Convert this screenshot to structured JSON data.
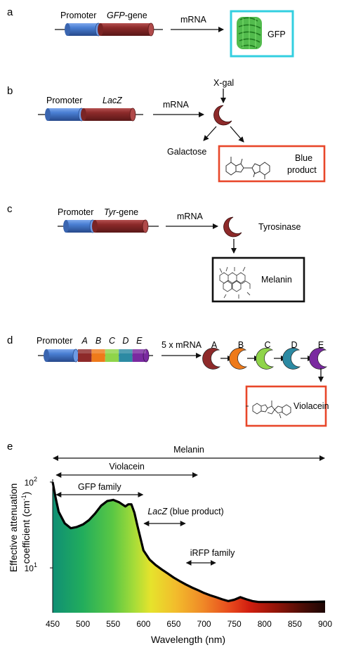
{
  "panels": {
    "a": {
      "label": "a",
      "promoter": "Promoter",
      "gene": "GFP",
      "gene_suffix": "-gene",
      "arrow_label": "mRNA",
      "product": "GFP",
      "product_box_color": "#33cfe0"
    },
    "b": {
      "label": "b",
      "promoter": "Promoter",
      "gene": "LacZ",
      "arrow_label": "mRNA",
      "substrate": "X-gal",
      "byproduct": "Galactose",
      "product_line1": "Blue",
      "product_line2": "product",
      "product_box_color": "#e8472a"
    },
    "c": {
      "label": "c",
      "promoter": "Promoter",
      "gene": "Tyr",
      "gene_suffix": "-gene",
      "arrow_label": "mRNA",
      "enzyme": "Tyrosinase",
      "product": "Melanin",
      "product_box_color": "#111111"
    },
    "d": {
      "label": "d",
      "promoter": "Promoter",
      "genes": [
        "A",
        "B",
        "C",
        "D",
        "E"
      ],
      "arrow_label": "5 x mRNA",
      "enzymes": [
        "A",
        "B",
        "C",
        "D",
        "E"
      ],
      "product": "Violacein",
      "product_box_color": "#e8472a"
    },
    "e": {
      "label": "e",
      "ranges": [
        {
          "name": "Melanin",
          "from": 450,
          "to": 900
        },
        {
          "name": "Violacein",
          "from": 455,
          "to": 690
        },
        {
          "name": "GFP family",
          "from": 455,
          "to": 600
        },
        {
          "name_italic": "LacZ",
          "name_rest": " (blue product)",
          "from": 600,
          "to": 670
        },
        {
          "name": "iRFP family",
          "from": 670,
          "to": 720
        }
      ]
    }
  },
  "colors": {
    "promoter": "#3f73c6",
    "gene": "#8e2a2a",
    "enzymes": [
      "#8e2a2a",
      "#ee7a1a",
      "#8fd44a",
      "#2c8aa3",
      "#7a2aa0"
    ]
  },
  "chart_data": {
    "type": "area",
    "title": "",
    "xlabel": "Wavelength (nm)",
    "ylabel_line1": "Effective attenuation",
    "ylabel_line2": "coefficient (cm",
    "ylabel_exp": "-1",
    "ylabel_end": ")",
    "ylog": true,
    "xlim": [
      450,
      900
    ],
    "ylim": [
      3,
      100
    ],
    "x_ticks": [
      "450",
      "500",
      "550",
      "600",
      "650",
      "700",
      "750",
      "800",
      "850",
      "900"
    ],
    "y_ticks": [
      {
        "base": "10",
        "exp": "2"
      },
      {
        "base": "10",
        "exp": "1"
      }
    ],
    "series": [
      {
        "x": [
          450,
          455,
          460,
          470,
          480,
          490,
          500,
          510,
          520,
          530,
          540,
          550,
          560,
          570,
          575,
          580,
          585,
          590,
          600,
          610,
          620,
          630,
          640,
          650,
          660,
          670,
          680,
          690,
          700,
          710,
          720,
          730,
          740,
          750,
          760,
          770,
          780,
          790,
          800,
          820,
          850,
          880,
          900
        ],
        "y": [
          100,
          65,
          45,
          33,
          29,
          30,
          32,
          36,
          43,
          53,
          60,
          62,
          58,
          52,
          55,
          55,
          44,
          31,
          16,
          12.5,
          10.8,
          9.6,
          8.6,
          7.7,
          7.0,
          6.4,
          5.9,
          5.5,
          5.1,
          4.8,
          4.55,
          4.3,
          4.1,
          4.25,
          4.55,
          4.3,
          4.1,
          4.0,
          4.0,
          4.0,
          4.0,
          4.02,
          4.05
        ]
      }
    ]
  }
}
